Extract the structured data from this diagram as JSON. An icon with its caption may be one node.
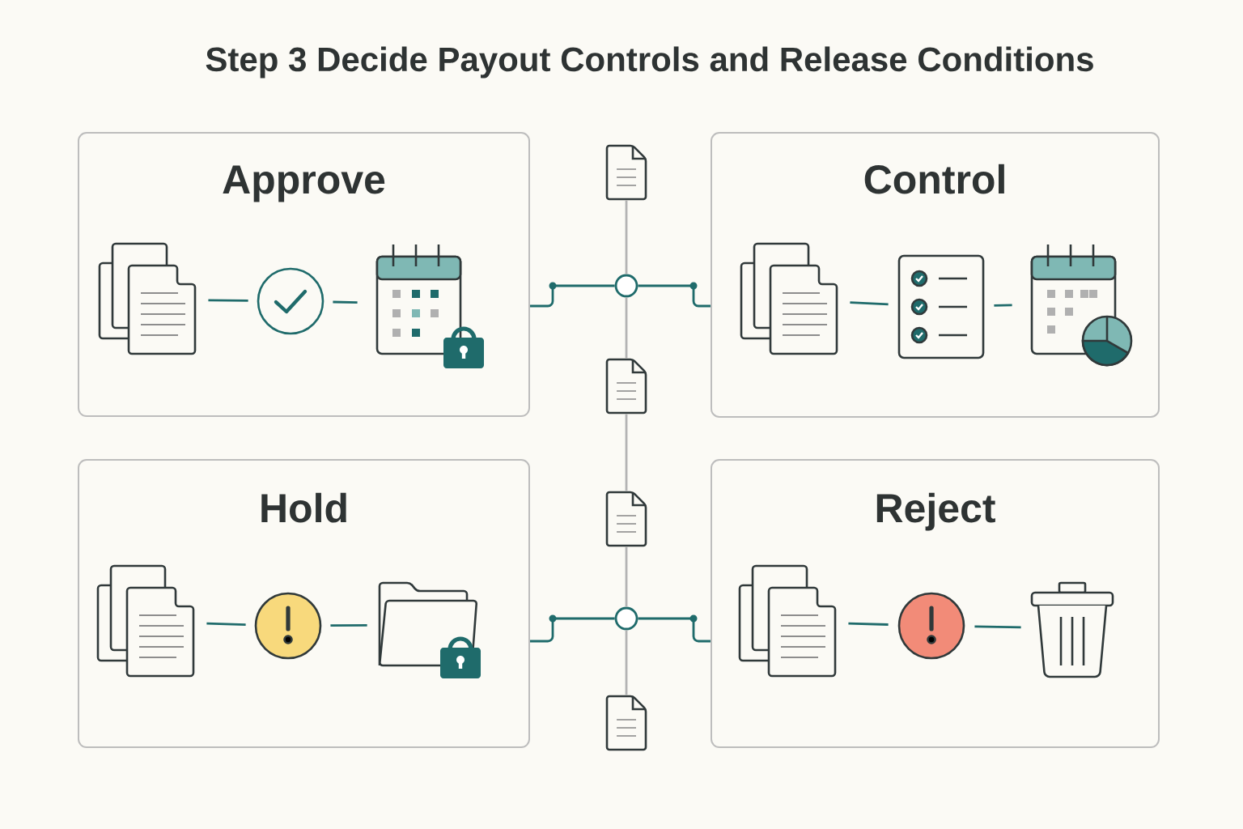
{
  "diagram": {
    "title": "Step 3 Decide Payout Controls and Release Conditions",
    "nodes": [
      {
        "text": [
          "Approve"
        ]
      },
      {
        "text": [],
        "shape": "documents",
        "in": 0
      },
      {
        "text": [],
        "shape": "circle",
        "in": 0
      },
      {
        "text": [],
        "shape": "calendar",
        "in": 0
      },
      {
        "text": [],
        "shape": "document"
      },
      {
        "text": [],
        "shape": "circle"
      },
      {
        "text": [
          "Control"
        ]
      },
      {
        "text": [],
        "shape": "documents",
        "in": 6
      },
      {
        "text": [],
        "shape": "checklist",
        "in": 6
      },
      {
        "text": [],
        "shape": "calendar",
        "in": 6
      },
      {
        "text": [],
        "shape": "document"
      },
      {
        "text": [],
        "shape": "document"
      },
      {
        "text": [
          "Hold"
        ]
      },
      {
        "text": [],
        "shape": "documents",
        "in": 12
      },
      {
        "text": [],
        "shape": "circle",
        "in": 12
      },
      {
        "text": [],
        "shape": "folder",
        "in": 12
      },
      {
        "text": [],
        "shape": "circle"
      },
      {
        "text": [],
        "shape": "document"
      },
      {
        "text": [
          "Reject"
        ]
      },
      {
        "text": [],
        "shape": "documents",
        "in": 18
      },
      {
        "text": [],
        "shape": "circle",
        "in": 18
      },
      {
        "text": [],
        "shape": "bin",
        "in": 18
      }
    ],
    "edges": [
      {
        "from": 1,
        "to": 2,
        "arrow": "none"
      },
      {
        "from": 2,
        "to": 3,
        "arrow": "none"
      },
      {
        "from": 7,
        "to": 8,
        "arrow": "none"
      },
      {
        "from": 8,
        "to": 9,
        "arrow": "none"
      },
      {
        "from": 13,
        "to": 14,
        "arrow": "none"
      },
      {
        "from": 14,
        "to": 15,
        "arrow": "none"
      },
      {
        "from": 19,
        "to": 20,
        "arrow": "none"
      },
      {
        "from": 20,
        "to": 21,
        "arrow": "none"
      },
      {
        "from": 5,
        "to": 0,
        "arrow": "none"
      },
      {
        "from": 5,
        "to": 6,
        "arrow": "none"
      },
      {
        "from": 16,
        "to": 12,
        "arrow": "none"
      },
      {
        "from": 16,
        "to": 18,
        "arrow": "none"
      },
      {
        "from": 4,
        "to": 5,
        "arrow": "none",
        "color": "#b3b3b3"
      },
      {
        "from": 5,
        "to": 10,
        "arrow": "none",
        "color": "#b3b3b3"
      },
      {
        "from": 10,
        "to": 11,
        "arrow": "none",
        "color": "#b3b3b3"
      },
      {
        "from": 11,
        "to": 16,
        "arrow": "none",
        "color": "#b3b3b3"
      },
      {
        "from": 16,
        "to": 17,
        "arrow": "none",
        "color": "#b3b3b3"
      }
    ]
  }
}
